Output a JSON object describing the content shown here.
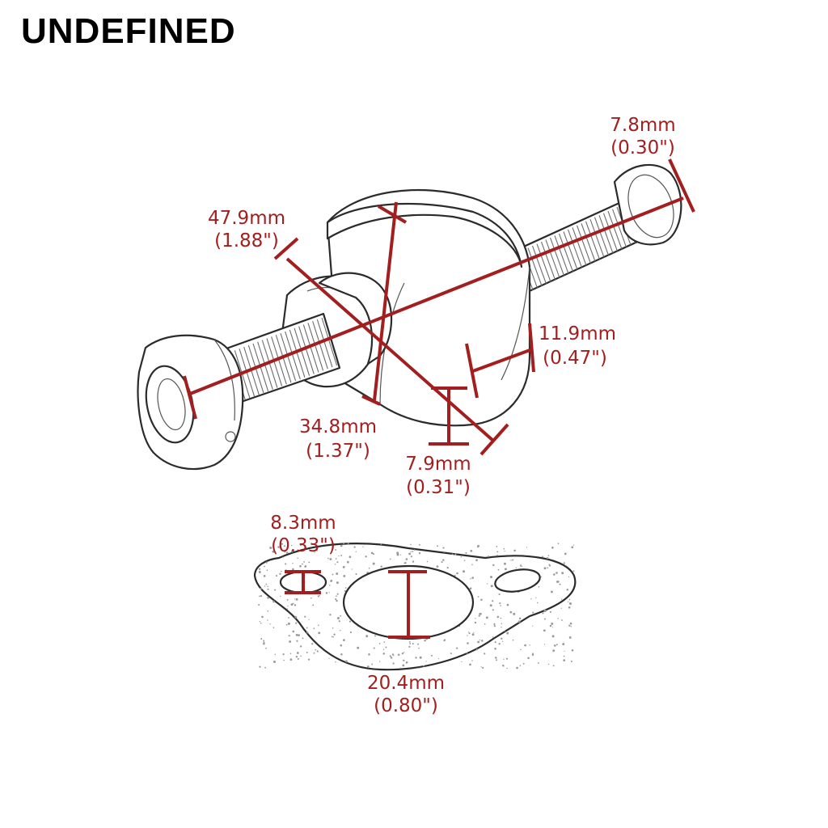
{
  "brand": {
    "name": "UNDEFINED"
  },
  "colors": {
    "dimension": "#a31f1f",
    "outline": "#2b2b2b"
  },
  "dimensions": {
    "bolt_head": {
      "mm": "7.8mm",
      "inch": "(0.30\")"
    },
    "overall_length": {
      "mm": "47.9mm",
      "inch": "(1.88\")"
    },
    "body_width": {
      "mm": "11.9mm",
      "inch": "(0.47\")"
    },
    "body_diagonal": {
      "mm": "34.8mm",
      "inch": "(1.37\")"
    },
    "shoulder": {
      "mm": "7.9mm",
      "inch": "(0.31\")"
    },
    "gasket_small_hole": {
      "mm": "8.3mm",
      "inch": "(0.33\")"
    },
    "gasket_center_hole": {
      "mm": "20.4mm",
      "inch": "(0.80\")"
    }
  }
}
